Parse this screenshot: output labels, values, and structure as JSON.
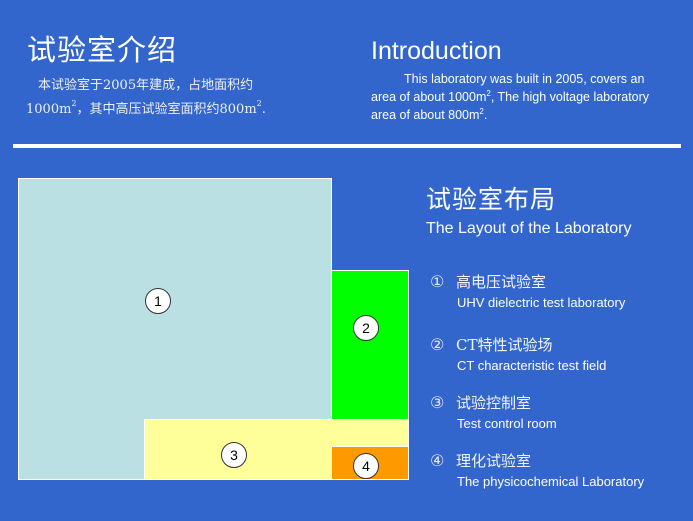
{
  "intro_cn": {
    "title": "试验室介绍",
    "line1": "本试验室于2005年建成，占地面积约",
    "line2_pre": "1000m",
    "line2_sup": "2",
    "line2_mid": "，其中高压试验室面积约800m",
    "line2_sup2": "2",
    "line2_end": "."
  },
  "intro_en": {
    "title": "Introduction",
    "line1": "This laboratory was built in 2005, covers an",
    "line2_pre": "area of about 1000m",
    "line2_sup": "2",
    "line2_post": ", The high voltage laboratory",
    "line3_pre": "area of about 800m",
    "line3_sup": "2",
    "line3_post": "."
  },
  "layout": {
    "title_cn": "试验室布局",
    "title_en": "The Layout of the Laboratory",
    "colors": {
      "background": "#3366CC",
      "region1": "#BBE0E3",
      "region2": "#00FF00",
      "region3": "#FFFF99",
      "region4": "#FF9900"
    },
    "regions": [
      {
        "id": "1",
        "label": "1"
      },
      {
        "id": "2",
        "label": "2"
      },
      {
        "id": "3",
        "label": "3"
      },
      {
        "id": "4",
        "label": "4"
      }
    ],
    "legend": [
      {
        "num": "①",
        "cn": "高电压试验室",
        "en": "UHV dielectric test laboratory"
      },
      {
        "num": "②",
        "cn": "CT特性试验场",
        "en": "CT characteristic test field"
      },
      {
        "num": "③",
        "cn": "试验控制室",
        "en": "Test control room"
      },
      {
        "num": "④",
        "cn": "理化试验室",
        "en": "The physicochemical Laboratory"
      }
    ]
  }
}
